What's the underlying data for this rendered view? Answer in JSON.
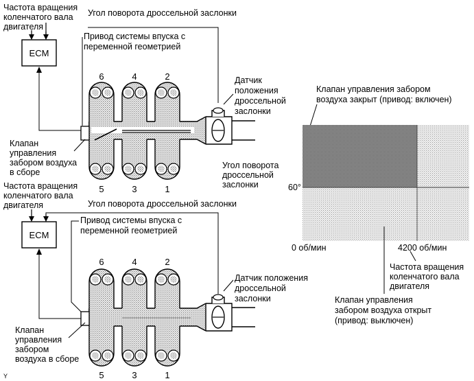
{
  "top": {
    "crank_label_1": "Частота вращения",
    "crank_label_2": "коленчатого вала",
    "crank_label_3": "двигателя",
    "throttle_angle_label": "Угол поворота дроссельной заслонки",
    "ecm_label": "ECM",
    "actuator_label_1": "Привод системы впуска с",
    "actuator_label_2": "переменной геометрией",
    "sensor_label_1": "Датчик",
    "sensor_label_2": "положения",
    "sensor_label_3": "дроссельной",
    "sensor_label_4": "заслонки",
    "valve_label_1": "Клапан",
    "valve_label_2": "управления",
    "valve_label_3": "забором воздуха",
    "valve_label_4": "в сборе",
    "angle_label_1": "Угол поворота",
    "angle_label_2": "дроссельной",
    "angle_label_3": "заслонки",
    "cyl_top": [
      "6",
      "4",
      "2"
    ],
    "cyl_bottom": [
      "5",
      "3",
      "1"
    ]
  },
  "bottom": {
    "crank_label_1": "Частота вращения",
    "crank_label_2": "коленчатого вала",
    "crank_label_3": "двигателя",
    "throttle_angle_label": "Угол поворота дроссельной заслонки",
    "ecm_label": "ECM",
    "actuator_label_1": "Привод системы впуска с",
    "actuator_label_2": "переменной геометрией",
    "sensor_label_1": "Датчик положения",
    "sensor_label_2": "дроссельной",
    "sensor_label_3": "заслонки",
    "valve_label_1": "Клапан",
    "valve_label_2": "управления",
    "valve_label_3": "забором",
    "valve_label_4": "воздуха в сборе",
    "cyl_top": [
      "6",
      "4",
      "2"
    ],
    "cyl_bottom": [
      "5",
      "3",
      "1"
    ]
  },
  "chart": {
    "closed_label_1": "Клапан управления забором",
    "closed_label_2": "воздуха закрыт (привод: включен)",
    "angle_tick": "60°",
    "rpm_zero": "0 об/мин",
    "rpm_4200": "4200 об/мин",
    "rpm_axis_1": "Частота вращения",
    "rpm_axis_2": "коленчатого вала",
    "rpm_axis_3": "двигателя",
    "open_label_1": "Клапан управления",
    "open_label_2": "забором воздуха открыт",
    "open_label_3": "(привод: выключен)"
  },
  "corner_mark": "Y"
}
